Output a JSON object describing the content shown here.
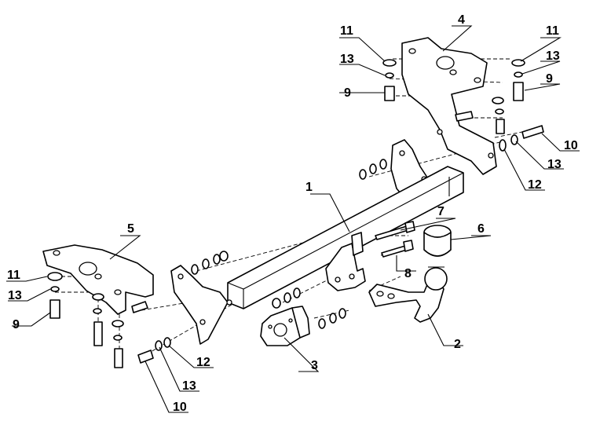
{
  "diagram": {
    "callouts": [
      {
        "id": "c1",
        "label": "1",
        "part": "main crossbar"
      },
      {
        "id": "c2",
        "label": "2",
        "part": "tow ball neck"
      },
      {
        "id": "c3",
        "label": "3",
        "part": "socket plate"
      },
      {
        "id": "c4",
        "label": "4",
        "part": "right side bracket"
      },
      {
        "id": "c5",
        "label": "5",
        "part": "left side bracket"
      },
      {
        "id": "c6",
        "label": "6",
        "part": "ball cover"
      },
      {
        "id": "c7",
        "label": "7",
        "part": "bolt"
      },
      {
        "id": "c8",
        "label": "8",
        "part": "bolt"
      },
      {
        "id": "c9a",
        "label": "9",
        "part": "spacer sleeve"
      },
      {
        "id": "c9b",
        "label": "9",
        "part": "spacer sleeve"
      },
      {
        "id": "c9c",
        "label": "9",
        "part": "spacer sleeve"
      },
      {
        "id": "c10a",
        "label": "10",
        "part": "bolt"
      },
      {
        "id": "c10b",
        "label": "10",
        "part": "bolt"
      },
      {
        "id": "c11a",
        "label": "11",
        "part": "washer"
      },
      {
        "id": "c11b",
        "label": "11",
        "part": "washer"
      },
      {
        "id": "c11c",
        "label": "11",
        "part": "washer"
      },
      {
        "id": "c12a",
        "label": "12",
        "part": "spring washer"
      },
      {
        "id": "c12b",
        "label": "12",
        "part": "spring washer"
      },
      {
        "id": "c13a",
        "label": "13",
        "part": "washer"
      },
      {
        "id": "c13b",
        "label": "13",
        "part": "washer"
      },
      {
        "id": "c13c",
        "label": "13",
        "part": "washer"
      },
      {
        "id": "c13d",
        "label": "13",
        "part": "washer"
      },
      {
        "id": "c13e",
        "label": "13",
        "part": "washer"
      }
    ]
  },
  "colors": {
    "line": "#000000",
    "background": "#ffffff"
  }
}
